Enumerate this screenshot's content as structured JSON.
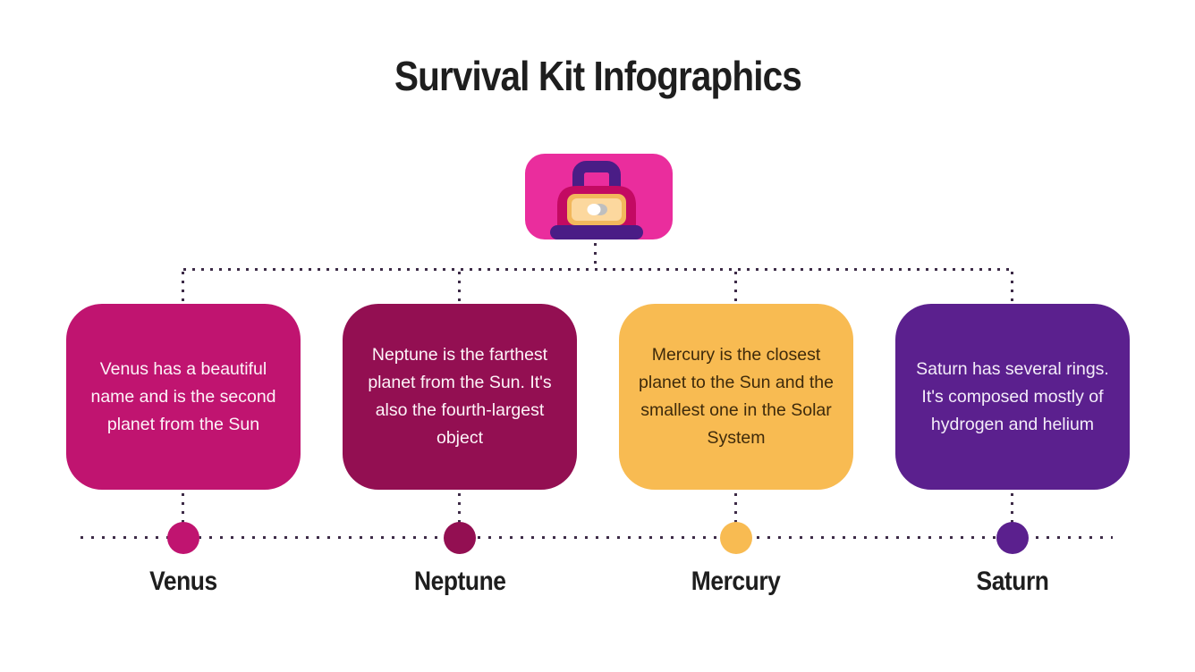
{
  "page": {
    "title": "Survival Kit Infographics",
    "background": "#ffffff",
    "title_color": "#1e1e1e"
  },
  "header_icon": {
    "name": "first-aid-kit",
    "plate_color": "#ea2d9d",
    "handle_color": "#4a1d86",
    "bag_color": "#c30a62",
    "base_color": "#4a1d86",
    "pouch_color": "#f2b85c",
    "pouch_inner_color": "#fcd89e",
    "clasp_white": "#ffffff",
    "clasp_gray": "#bfbfbf"
  },
  "connectors": {
    "dot_color": "#3d2b47"
  },
  "cards": [
    {
      "id": "venus",
      "label": "Venus",
      "text": "Venus has a beautiful name and is the second planet from the Sun",
      "color": "#c01470",
      "text_color": "#fdf3f8"
    },
    {
      "id": "neptune",
      "label": "Neptune",
      "text": "Neptune is the farthest planet from the Sun. It's also the fourth-largest object",
      "color": "#930f52",
      "text_color": "#fdf3f8"
    },
    {
      "id": "mercury",
      "label": "Mercury",
      "text": "Mercury is the closest planet to the Sun and the smallest one in the Solar System",
      "color": "#f8bb52",
      "text_color": "#3e2a0b"
    },
    {
      "id": "saturn",
      "label": "Saturn",
      "text": "Saturn has several rings. It's composed mostly of hydrogen and helium",
      "color": "#5b208e",
      "text_color": "#f4edf9"
    }
  ]
}
